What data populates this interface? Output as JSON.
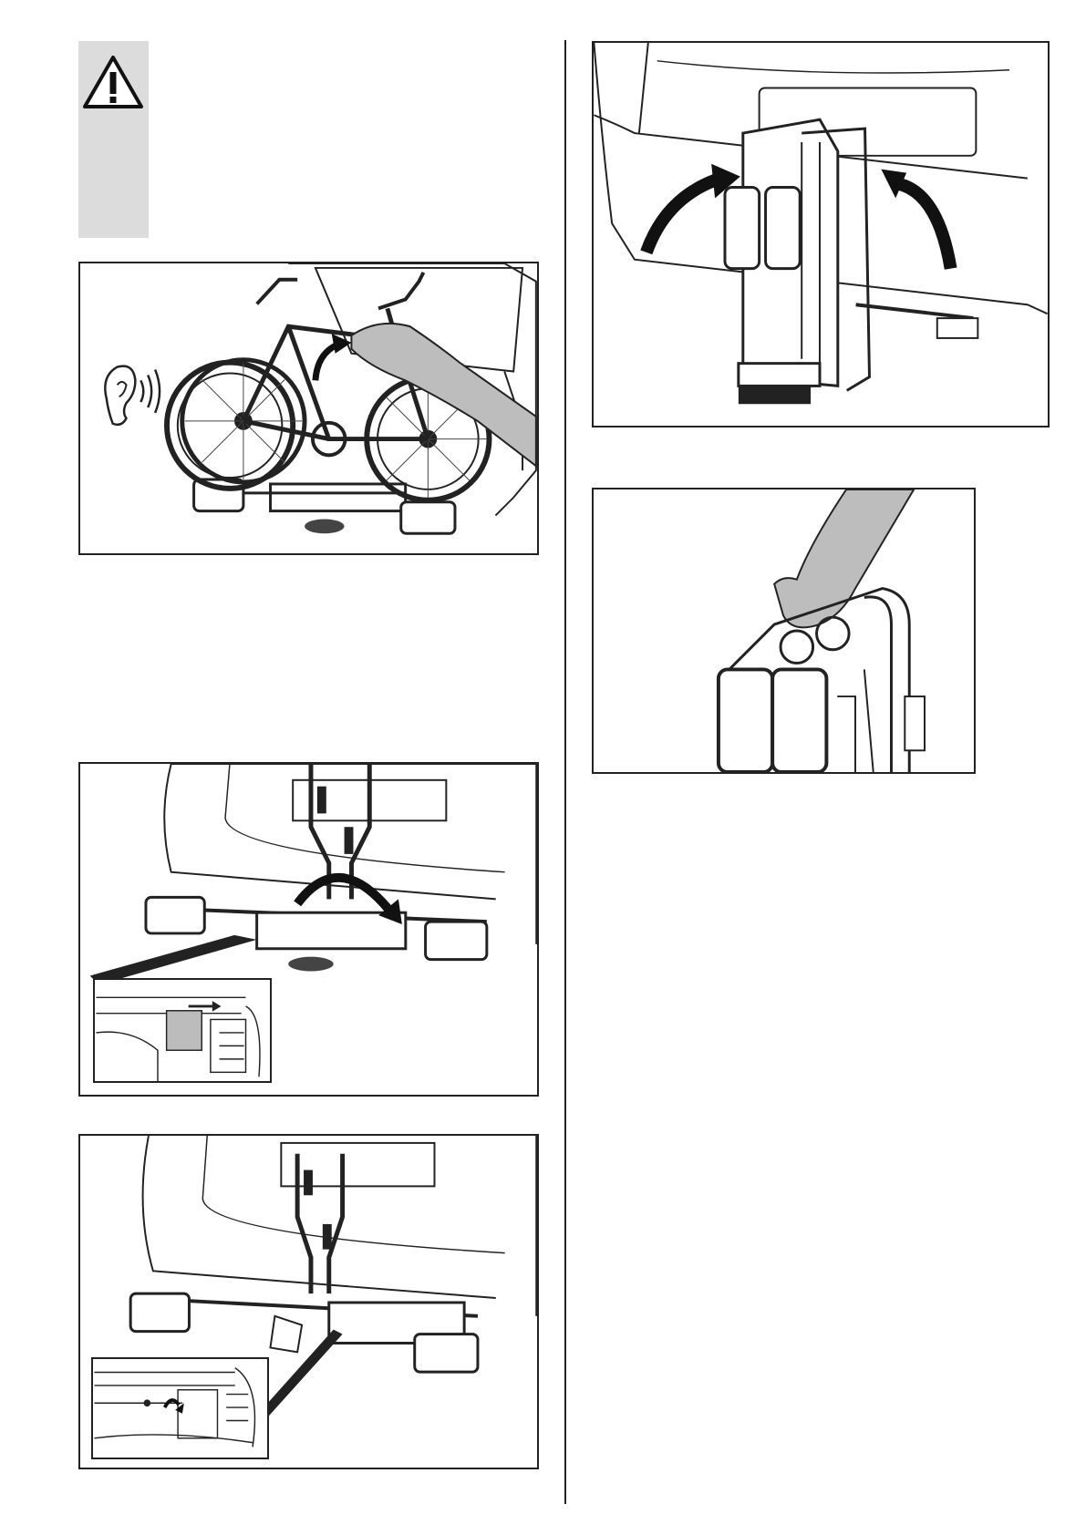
{
  "page": {
    "background": "#ffffff",
    "line_color": "#222222",
    "warning_panel_color": "#dcdcdc"
  },
  "warning": {
    "icon": "warning-triangle-icon"
  },
  "figures": [
    {
      "id": "fig-bike-loaded",
      "icons": [
        "ear-icon",
        "sound-waves-icon",
        "hand-icon",
        "arrow-up-icon"
      ]
    },
    {
      "id": "fig-fold-lights",
      "icons": [
        "curved-arrow-icon"
      ]
    },
    {
      "id": "fig-unfolded-carrier",
      "icons": []
    },
    {
      "id": "fig-fold-up-carrier",
      "icons": [
        "curved-arrow-left-icon",
        "curved-arrow-right-icon"
      ]
    },
    {
      "id": "fig-carry-folded",
      "icons": [
        "hand-icon"
      ]
    }
  ]
}
